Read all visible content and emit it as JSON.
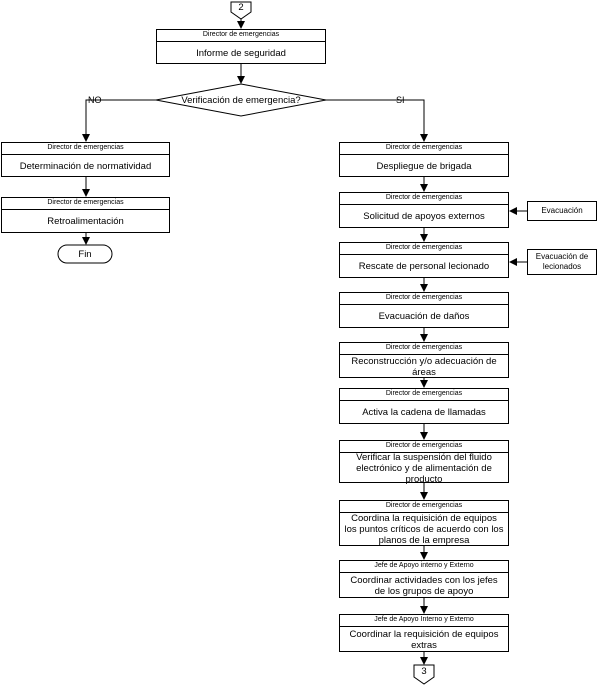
{
  "connector_in": "2",
  "connector_out": "3",
  "decision": "Verificación de emergencia?",
  "no_label": "NO",
  "yes_label": "SI",
  "end_label": "Fin",
  "steps": [
    {
      "role": "Director de emergencias",
      "task": "Informe de seguridad"
    },
    {
      "role": "Director de emergencias",
      "task": "Determinación de normatividad"
    },
    {
      "role": "Director de emergencias",
      "task": "Retroalimentación"
    },
    {
      "role": "Director de emergencias",
      "task": "Despliegue de brigada"
    },
    {
      "role": "Director de emergencias",
      "task": "Solicitud de apoyos externos"
    },
    {
      "role": "Director de emergencias",
      "task": "Rescate de personal lecionado"
    },
    {
      "role": "Director de emergencias",
      "task": "Evacuación de daños"
    },
    {
      "role": "Director de emergencias",
      "task": "Reconstrucción y/o adecuación de áreas"
    },
    {
      "role": "Director de emergencias",
      "task": "Activa la cadena de llamadas"
    },
    {
      "role": "Director de emergencias",
      "task": "Verificar la suspensión del fluido electrónico y de alimentación de producto"
    },
    {
      "role": "Director de emergencias",
      "task": "Coordina la requisición de equipos los puntos críticos de acuerdo con los planos de la empresa"
    },
    {
      "role": "Jefe de Apoyo interno y Externo",
      "task": "Coordinar actividades con los jefes de los grupos de apoyo"
    },
    {
      "role": "Jefe de Apoyo Interno y Externo",
      "task": "Coordinar la requisición de equipos extras"
    }
  ],
  "inputs": [
    {
      "text": "Evacuación"
    },
    {
      "text": "Evacuación de lecionados"
    }
  ]
}
